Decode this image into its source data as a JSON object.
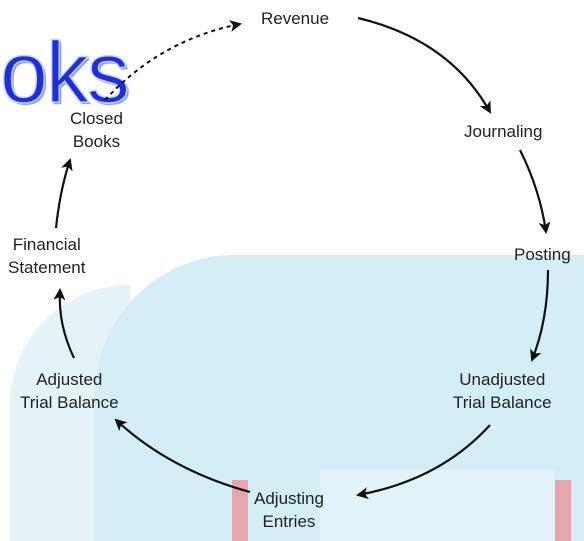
{
  "background_word": "oks",
  "steps": [
    {
      "lines": [
        "Revenue"
      ]
    },
    {
      "lines": [
        "Journaling"
      ]
    },
    {
      "lines": [
        "Posting"
      ]
    },
    {
      "lines": [
        "Unadjusted",
        "Trial Balance"
      ]
    },
    {
      "lines": [
        "Adjusting",
        "Entries"
      ]
    },
    {
      "lines": [
        "Adjusted",
        "Trial Balance"
      ]
    },
    {
      "lines": [
        "Financial",
        "Statement"
      ]
    },
    {
      "lines": [
        "Closed",
        "Books"
      ]
    }
  ],
  "colors": {
    "arrow": "#111111",
    "panel": "#d3eef5",
    "word": "#1e2fd8"
  }
}
